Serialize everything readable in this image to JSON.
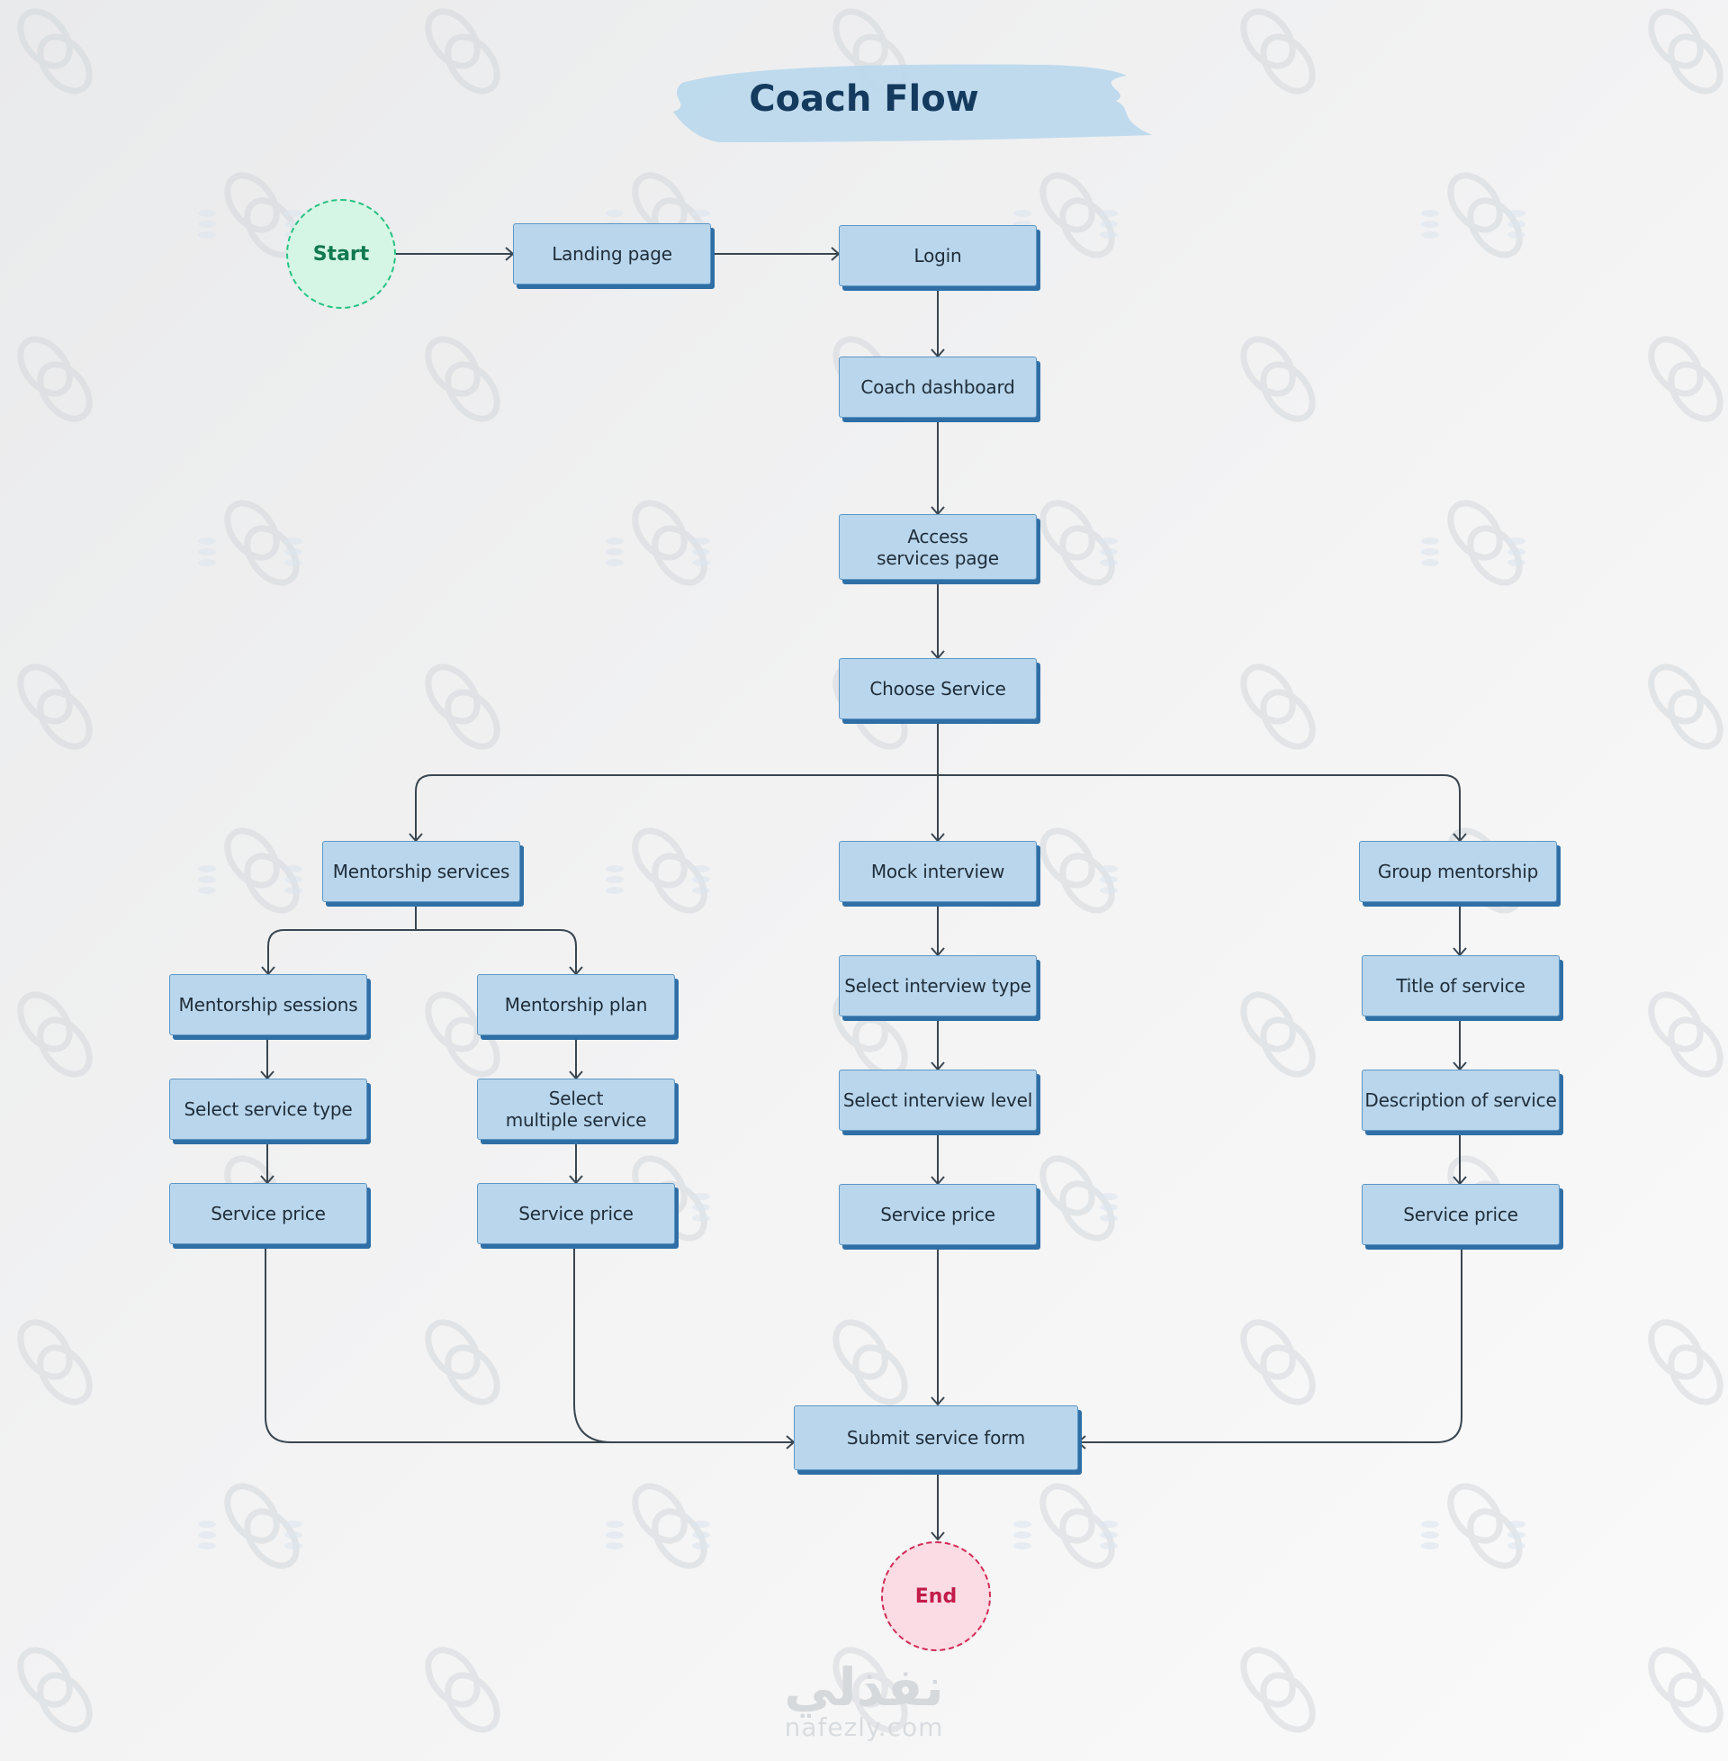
{
  "title": "Coach Flow",
  "start_label": "Start",
  "end_label": "End",
  "nodes": {
    "landing": "Landing page",
    "login": "Login",
    "dashboard": "Coach dashboard",
    "access": "Access\nservices page",
    "choose": "Choose Service",
    "mentorship_services": "Mentorship services",
    "mock_interview": "Mock interview",
    "group_mentorship": "Group mentorship",
    "mentorship_sessions": "Mentorship sessions",
    "mentorship_plan": "Mentorship plan",
    "select_service_type": "Select service type",
    "select_multiple": "Select\nmultiple service",
    "price_sessions": "Service price",
    "price_plan": "Service price",
    "select_interview_type": "Select interview type",
    "select_interview_level": "Select interview level",
    "price_mock": "Service price",
    "title_of_service": "Title of service",
    "description_of_service": "Description of service",
    "price_group": "Service price",
    "submit": "Submit service form"
  },
  "watermark": {
    "arabic": "نفذلي",
    "url": "nafezly.com"
  },
  "colors": {
    "node_fill": "#b9d6ec",
    "node_shadow": "#2f6fa6",
    "connector": "#3a4650",
    "start_fill": "#d5f6e4",
    "end_fill": "#fbdce4",
    "title_brush": "#bcd8ec"
  }
}
